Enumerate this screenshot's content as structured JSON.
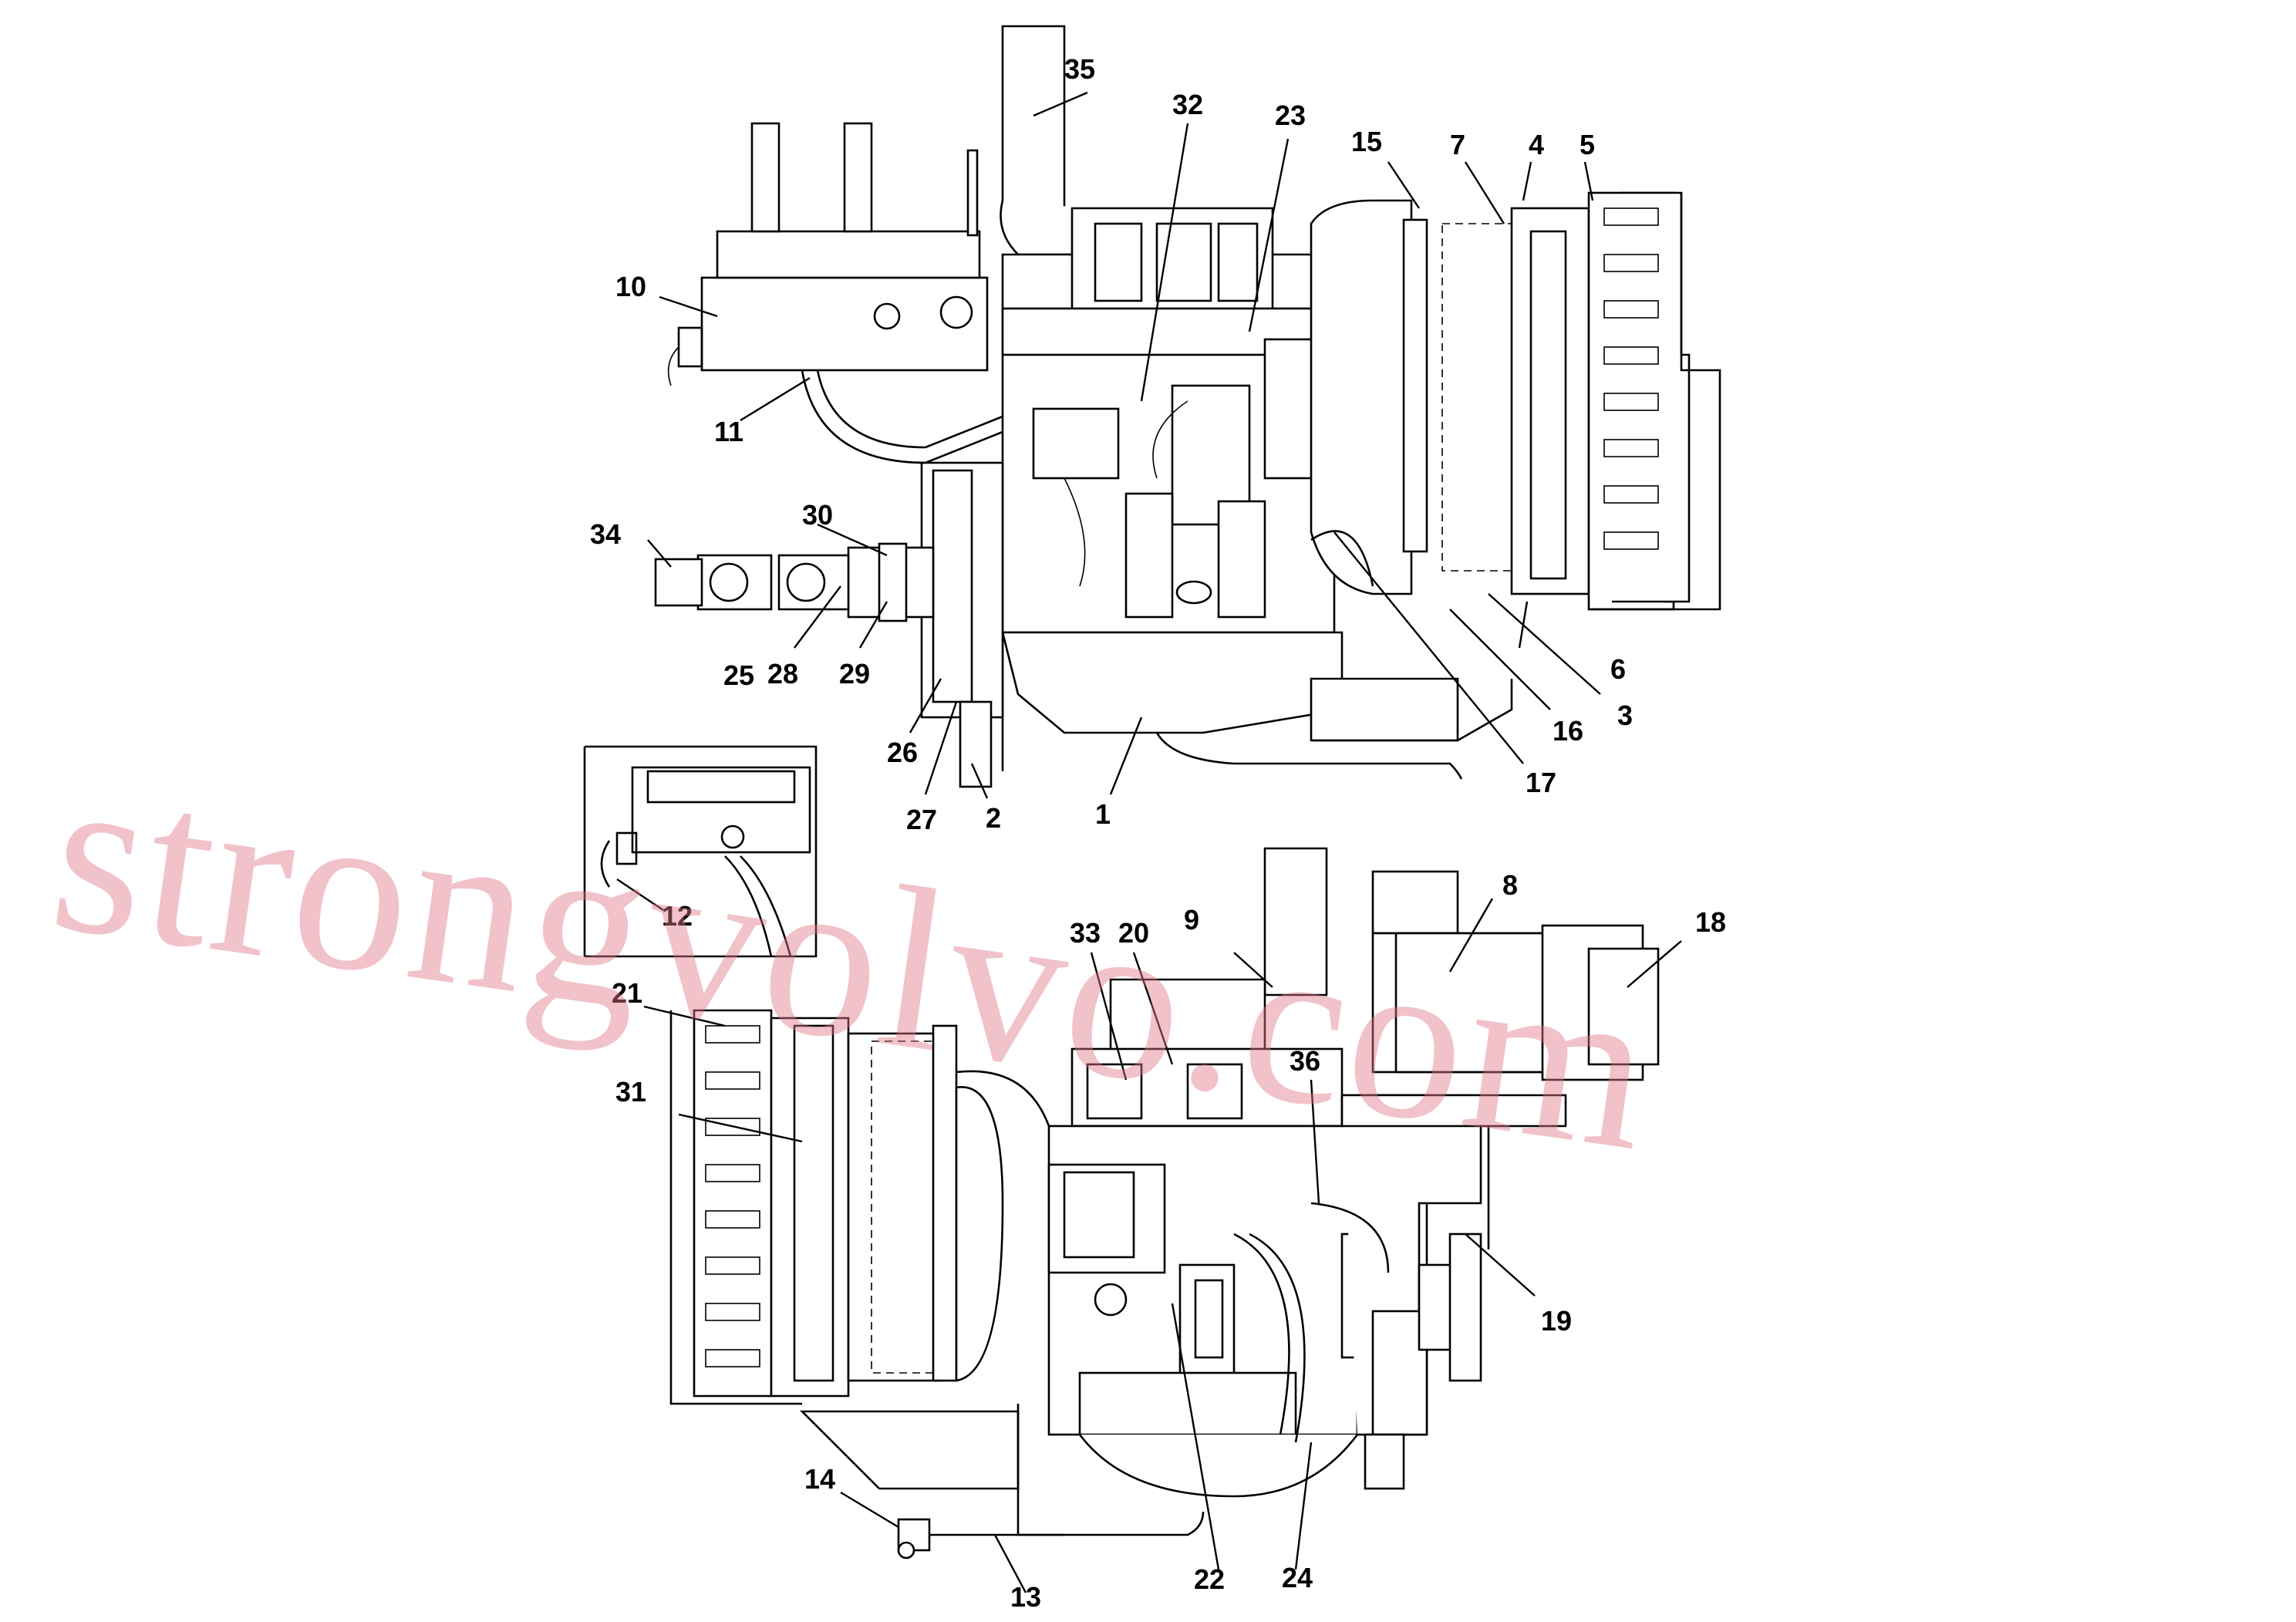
{
  "figure": {
    "watermark": "strongvolvo.com",
    "top_view_callouts": [
      "1",
      "2",
      "3",
      "4",
      "5",
      "6",
      "7",
      "10",
      "11",
      "15",
      "16",
      "17",
      "23",
      "25",
      "26",
      "27",
      "28",
      "29",
      "30",
      "32",
      "34",
      "35"
    ],
    "inset_callouts": [
      "12"
    ],
    "bottom_view_callouts": [
      "8",
      "9",
      "13",
      "14",
      "18",
      "19",
      "20",
      "21",
      "22",
      "24",
      "31",
      "33",
      "36"
    ]
  }
}
